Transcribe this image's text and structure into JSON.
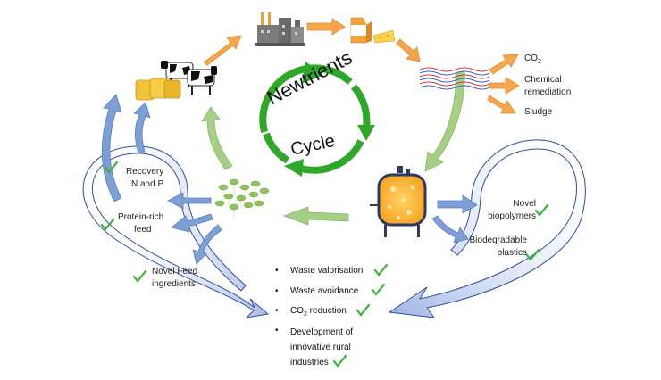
{
  "title_word1": "Newtrients",
  "title_word2": "Cycle",
  "left_labels": {
    "recovery_line1": "Recovery",
    "recovery_line2": "N and P",
    "protein_line1": "Protein-rich",
    "protein_line2": "feed",
    "novel_feed_line1": "Novel Feed",
    "novel_feed_line2": "ingredients"
  },
  "right_labels": {
    "co2": "CO",
    "co2_sub": "2",
    "chemical_line1": "Chemical",
    "chemical_line2": "remediation",
    "sludge": "Sludge",
    "biopolymers_line1": "Novel",
    "biopolymers_line2": "biopolymers",
    "plastics_line1": "Biodegradable",
    "plastics_line2": "plastics"
  },
  "benefits": [
    {
      "text": "Waste valorisation"
    },
    {
      "text": "Waste avoidance"
    },
    {
      "text": "CO",
      "sub": "2",
      "text_after": " reduction"
    },
    {
      "text": "Development of",
      "line2": "innovative rural",
      "line3": "industries"
    }
  ],
  "bullet_char": "•",
  "colors": {
    "green_cycle": "#2fa82a",
    "light_green_arrow": "#a6cf86",
    "orange_arrow": "#f5a64c",
    "blue_arrow": "#7d9fd6",
    "check_green": "#3bb43b",
    "outline_blue": "#2f4f9a"
  },
  "icons": [
    "factory-icon",
    "dairy-products-icon",
    "cows-icon",
    "hay-bales-icon",
    "water-streams-icon",
    "bioreactor-icon",
    "duckweed-icon"
  ]
}
